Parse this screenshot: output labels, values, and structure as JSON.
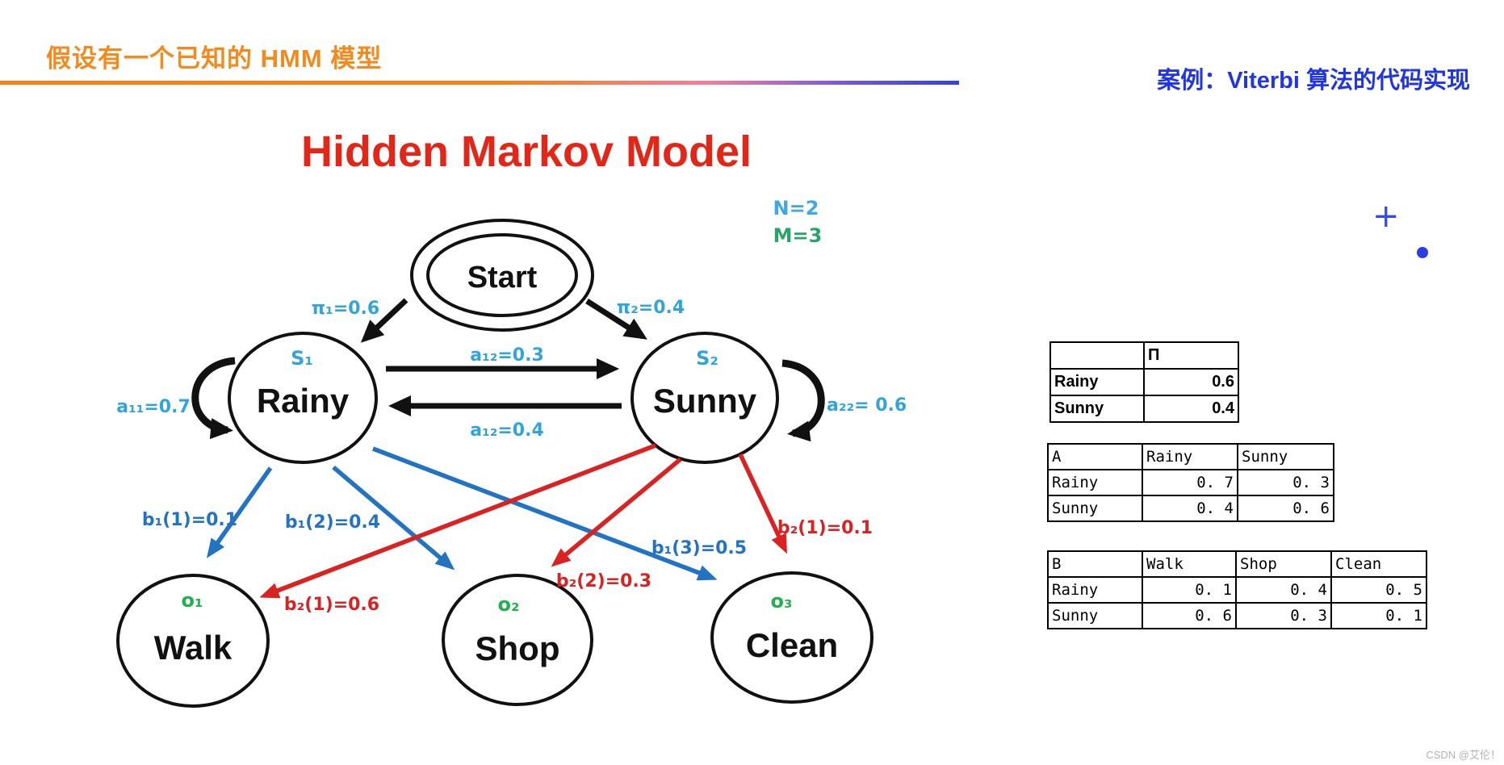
{
  "header": {
    "title": "假设有一个已知的 HMM 模型",
    "case_title": "案例：Viterbi 算法的代码实现"
  },
  "colors": {
    "accent_orange": "#F28A1E",
    "accent_blue": "#1F35E6",
    "diagram_title_red": "#E22718",
    "state_label_cyan": "#31A5D9",
    "observation_green": "#21B14E",
    "emission_blue": "#2273C2",
    "emission_red": "#D92222"
  },
  "diagram": {
    "title": "Hidden Markov Model",
    "params": {
      "n": "N=2",
      "m": "M=3"
    },
    "nodes": {
      "start": "Start",
      "s1_id": "S₁",
      "s1_name": "Rainy",
      "s2_id": "S₂",
      "s2_name": "Sunny",
      "o1_id": "o₁",
      "o1_name": "Walk",
      "o2_id": "o₂",
      "o2_name": "Shop",
      "o3_id": "o₃",
      "o3_name": "Clean"
    },
    "labels": {
      "pi1": "π₁=0.6",
      "pi2": "π₂=0.4",
      "a11": "a₁₁=0.7",
      "a12": "a₁₂=0.3",
      "a21": "a₁₂=0.4",
      "a22": "a₂₂= 0.6",
      "b11": "b₁(1)=0.1",
      "b12": "b₁(2)=0.4",
      "b13": "b₁(3)=0.5",
      "b21_walk": "b₂(1)=0.6",
      "b22": "b₂(2)=0.3",
      "b21_clean": "b₂(1)=0.1"
    }
  },
  "tables": {
    "pi": {
      "headers": [
        "",
        "Π"
      ],
      "rows": [
        [
          "Rainy",
          "0.6"
        ],
        [
          "Sunny",
          "0.4"
        ]
      ]
    },
    "a": {
      "headers": [
        "A",
        "Rainy",
        "Sunny"
      ],
      "rows": [
        [
          "Rainy",
          "0. 7",
          "0. 3"
        ],
        [
          "Sunny",
          "0. 4",
          "0. 6"
        ]
      ]
    },
    "b": {
      "headers": [
        "B",
        "Walk",
        "Shop",
        "Clean"
      ],
      "rows": [
        [
          "Rainy",
          "0. 1",
          "0. 4",
          "0. 5"
        ],
        [
          "Sunny",
          "0. 6",
          "0. 3",
          "0. 1"
        ]
      ]
    }
  },
  "decorations": {
    "plus": "+"
  },
  "watermark": "CSDN @艾伦！"
}
